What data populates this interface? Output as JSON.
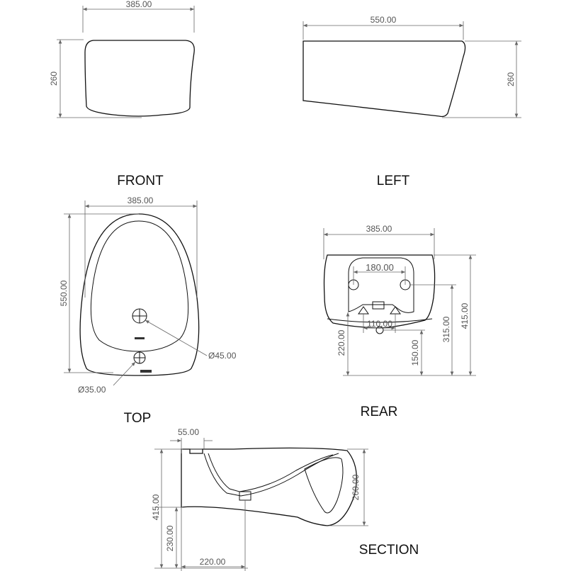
{
  "views": {
    "front": {
      "label": "FRONT",
      "width": "385.00",
      "height": "260"
    },
    "left": {
      "label": "LEFT",
      "length": "550.00",
      "height": "260"
    },
    "top": {
      "label": "TOP",
      "width": "385.00",
      "length": "550.00",
      "hole_large": "Ø45.00",
      "hole_small": "Ø35.00"
    },
    "rear": {
      "label": "REAR",
      "width": "385.00",
      "bolt_spacing": "180.00",
      "inlet_spacing": "110.00",
      "height_total": "415.00",
      "height_bolts": "315.00",
      "height_inlet": "220.00",
      "height_outlet": "150.00"
    },
    "section": {
      "label": "SECTION",
      "inlet_width": "55.00",
      "height_total": "415.00",
      "height_lower": "230.00",
      "bowl_depth": "260.00",
      "base_length": "220.00"
    }
  }
}
